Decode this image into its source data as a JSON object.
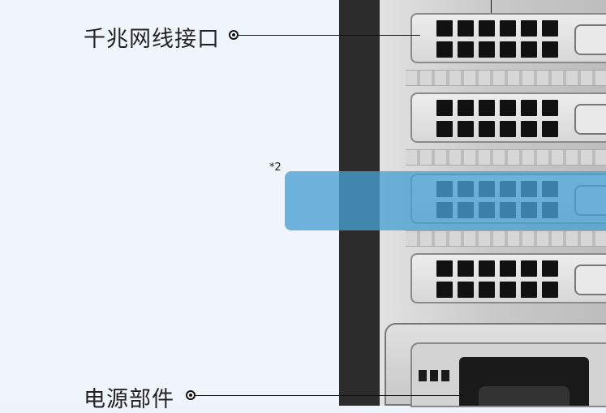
{
  "callouts": {
    "ethernet_port": "千兆网线接口",
    "power_unit": "电源部件"
  },
  "footnote": "*2",
  "icons": {
    "callout_marker": "target-dot-icon",
    "ethernet_port_box": "square-outline-icon"
  },
  "colors": {
    "highlight": "#48a0d2",
    "background": "#f0f4fb",
    "chassis": "#c9c9c9",
    "case_dark": "#2c2c2c"
  }
}
